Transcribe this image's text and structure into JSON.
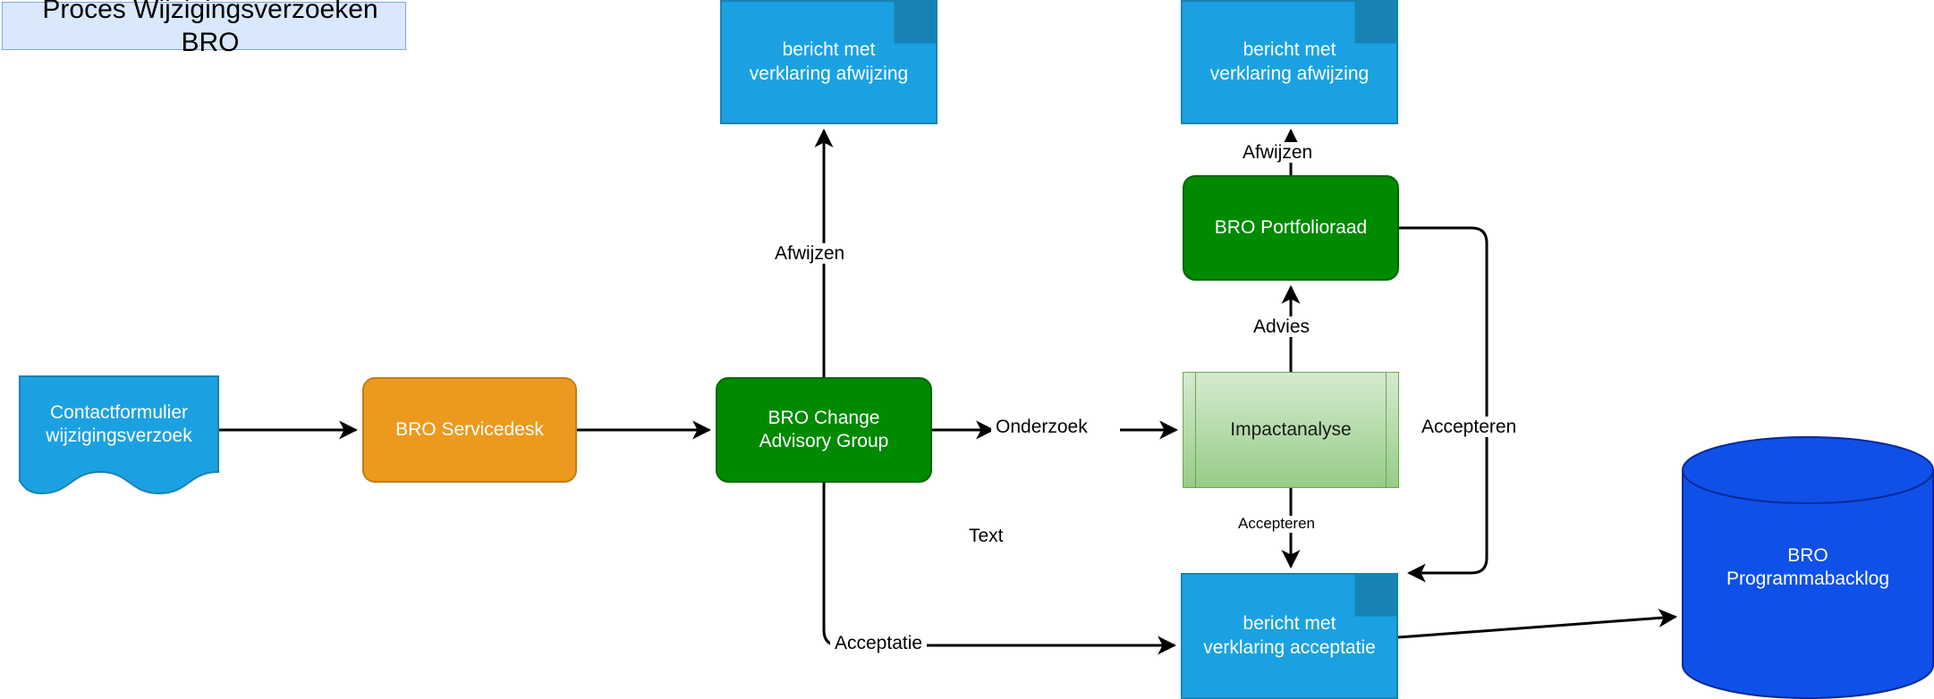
{
  "title_banner": {
    "text": "Proces Wijzigingsverzoeken BRO"
  },
  "nodes": {
    "contactformulier": {
      "label": "Contactformulier\nwijzigingsverzoek",
      "line1": "Contactformulier",
      "line2": "wijzigingsverzoek",
      "shape": "document",
      "fill": "#1ba1e2",
      "text_color": "#ffffff"
    },
    "servicedesk": {
      "label": "BRO Servicedesk",
      "shape": "rounded-rectangle",
      "fill": "#eb9a1e",
      "text_color": "#ffffff"
    },
    "change_advisory_group": {
      "line1": "BRO Change",
      "line2": "Advisory Group",
      "shape": "rounded-rectangle",
      "fill": "#008a00",
      "text_color": "#ffffff"
    },
    "portfolioraad": {
      "label": "BRO Portfolioraad",
      "shape": "rounded-rectangle",
      "fill": "#008a00",
      "text_color": "#ffffff"
    },
    "impactanalyse": {
      "label": "Impactanalyse",
      "shape": "predefined-process",
      "fill": "#97cc86",
      "text_color": "#1a1a1a"
    },
    "note_afwijzing_1": {
      "line1": "bericht met",
      "line2": "verklaring afwijzing",
      "shape": "note",
      "fill": "#1ba1e2",
      "text_color": "#ffffff"
    },
    "note_afwijzing_2": {
      "line1": "bericht met",
      "line2": "verklaring afwijzing",
      "shape": "note",
      "fill": "#1ba1e2",
      "text_color": "#ffffff"
    },
    "note_acceptatie": {
      "line1": "bericht met",
      "line2": "verklaring acceptatie",
      "shape": "note",
      "fill": "#1ba1e2",
      "text_color": "#ffffff"
    },
    "programmabacklog": {
      "line1": "BRO",
      "line2": "Programmabacklog",
      "shape": "cylinder",
      "fill": "#0f50e8",
      "text_color": "#ffffff"
    }
  },
  "edge_labels": {
    "afwijzen_cag": "Afwijzen",
    "afwijzen_portfolioraad": "Afwijzen",
    "onderzoek": "Onderzoek",
    "advies": "Advies",
    "accepteren_portfolioraad": "Accepteren",
    "accepteren_impactanalyse": "Accepteren",
    "acceptatie": "Acceptatie",
    "text_stray": "Text"
  },
  "colors": {
    "banner_fill": "#dae8fc",
    "banner_border": "#7ea6d9",
    "green": "#008a00",
    "orange": "#eb9a1e",
    "light_blue": "#1ba1e2",
    "light_green": "#97cc86",
    "blue_cylinder": "#0f50e8",
    "edge_stroke": "#000000",
    "background": "#ffffff"
  }
}
